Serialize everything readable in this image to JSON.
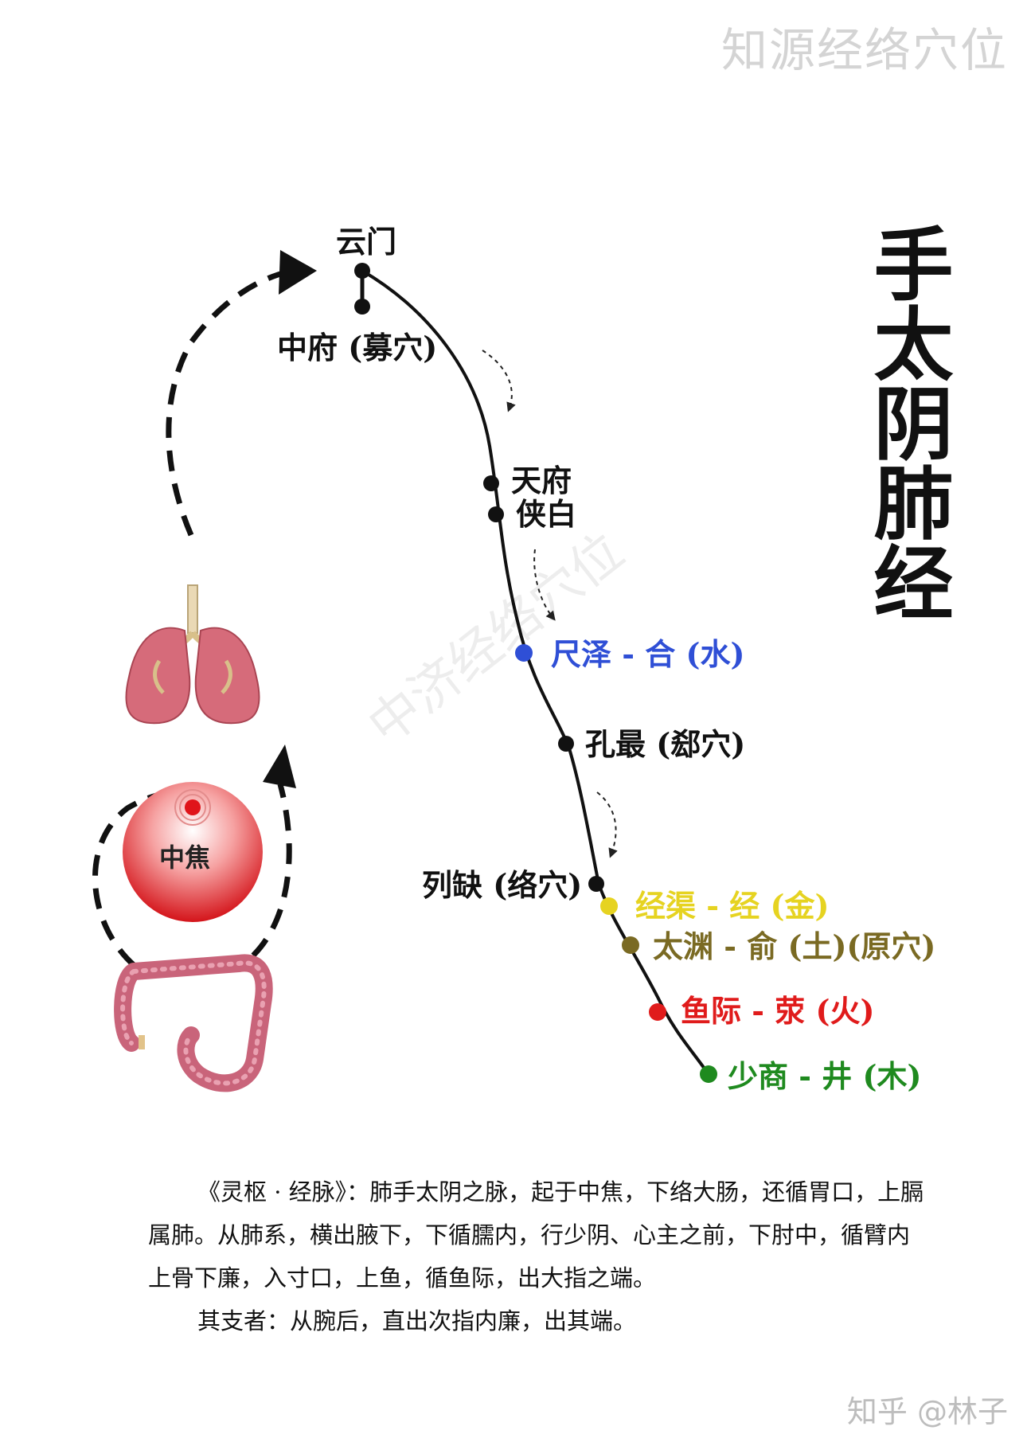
{
  "watermark_top": "知源经络穴位",
  "watermark_diagonal": "中济经络穴位",
  "title": "手太阴肺经",
  "organ_label": "中焦",
  "colors": {
    "black_point": "#111111",
    "he_sea": "#2f4fd6",
    "jing_river": "#e6d321",
    "shu_stream": "#7a6a23",
    "ying_spring": "#e01b1b",
    "jing_well": "#1f8a1f"
  },
  "points": {
    "yunmen": "云门",
    "zhongfu": "中府 (募穴)",
    "tianfu": "天府",
    "xiabai": "侠白",
    "chize": "尺泽 - 合 (水)",
    "kongzui": "孔最 (郄穴)",
    "lieque": "列缺 (络穴)",
    "jingqu": "经渠 - 经 (金)",
    "taiyuan": "太渊 - 俞 (土)(原穴)",
    "yuji": "鱼际 - 荥 (火)",
    "shaoshang": "少商 - 井 (木)"
  },
  "passage": {
    "para1": "《灵枢 · 经脉》：肺手太阴之脉，起于中焦，下络大肠，还循胃口，上膈属肺。从肺系，横出腋下，下循臑内，行少阴、心主之前，下肘中，循臂内上骨下廉，入寸口，上鱼，循鱼际，出大指之端。",
    "para2": "其支者：从腕后，直出次指内廉，出其端。"
  },
  "credit": "知乎 @林子"
}
